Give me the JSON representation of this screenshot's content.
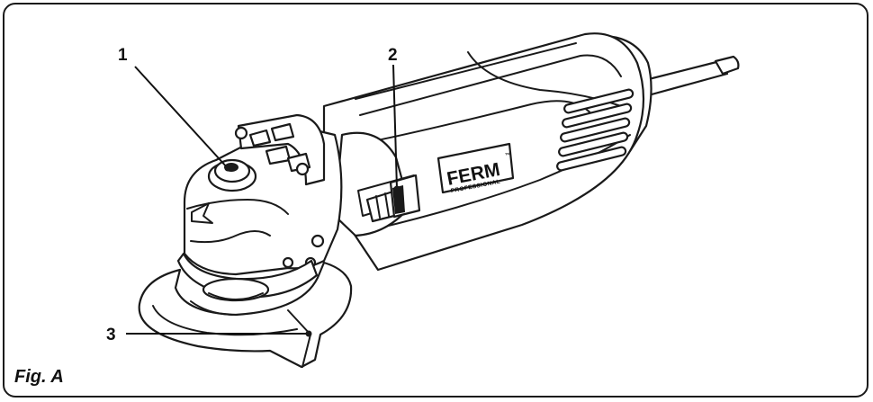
{
  "figure": {
    "label": "Fig. A",
    "brand": {
      "name": "FERM",
      "sub": "PROFESSIONAL",
      "mark": "™"
    },
    "callouts": [
      {
        "id": "1",
        "label": "1"
      },
      {
        "id": "2",
        "label": "2"
      },
      {
        "id": "3",
        "label": "3"
      }
    ]
  },
  "colors": {
    "line": "#1a1a1a",
    "background": "#ffffff"
  }
}
